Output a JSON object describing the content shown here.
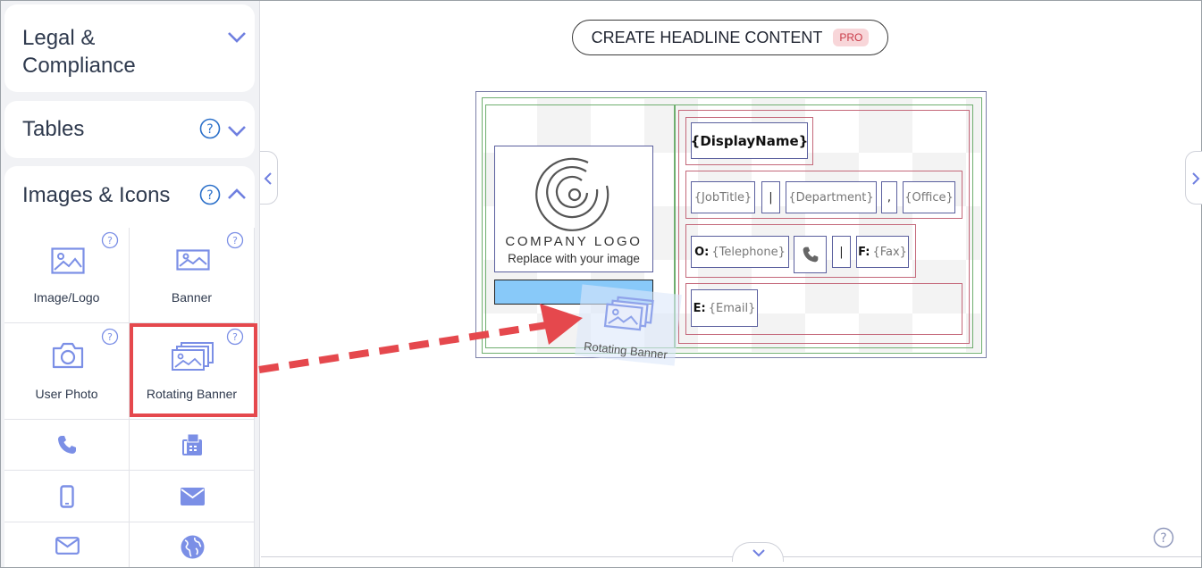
{
  "sidebar": {
    "sections": [
      {
        "title_line1": "Legal &",
        "title_line2": "Compliance"
      },
      {
        "title": "Tables"
      },
      {
        "title": "Images & Icons"
      }
    ],
    "items": [
      {
        "label": "Image/Logo",
        "icon": "image-icon"
      },
      {
        "label": "Banner",
        "icon": "banner-icon"
      },
      {
        "label": "User Photo",
        "icon": "camera-icon"
      },
      {
        "label": "Rotating Banner",
        "icon": "rotating-banner-icon"
      }
    ],
    "icon_rows": [
      [
        "phone-icon",
        "fax-icon"
      ],
      [
        "mobile-icon",
        "envelope-filled-icon"
      ],
      [
        "envelope-outline-icon",
        "globe-icon"
      ]
    ]
  },
  "canvas": {
    "headline_button": "CREATE HEADLINE CONTENT",
    "pro_badge": "PRO",
    "logo_line1": "COMPANY LOGO",
    "logo_line2": "Replace with your image",
    "display_name": "{DisplayName}",
    "job_title": "{JobTitle}",
    "sep_pipe": "|",
    "department": "{Department}",
    "sep_comma": ",",
    "office": "{Office}",
    "phone_label": "O:",
    "telephone": "{Telephone}",
    "fax_label": "F:",
    "fax": "{Fax}",
    "email_label": "E:",
    "email": "{Email}",
    "drag_ghost_label": "Rotating Banner"
  },
  "colors": {
    "accent": "#6f7fe0",
    "highlight": "#e5484d",
    "arrow": "#e5484d",
    "pro_bg": "#f8d6d9"
  }
}
